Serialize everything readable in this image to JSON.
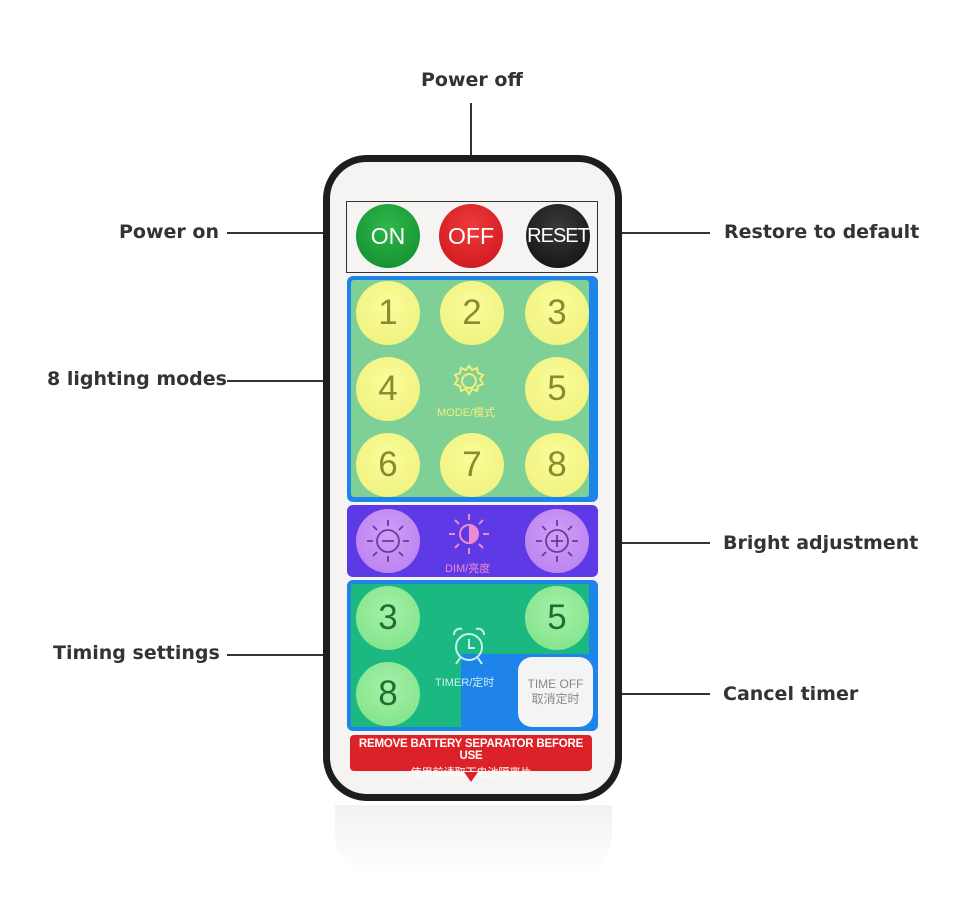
{
  "callouts": {
    "power_off": "Power off",
    "power_on": "Power on",
    "restore": "Restore to default",
    "lighting_modes": "8 lighting modes",
    "bright": "Bright adjustment",
    "timing": "Timing settings",
    "cancel_timer": "Cancel timer"
  },
  "buttons": {
    "on": "ON",
    "off": "OFF",
    "reset": "RESET",
    "modes": [
      "1",
      "2",
      "3",
      "4",
      "5",
      "6",
      "7",
      "8"
    ],
    "timers": [
      "3",
      "5",
      "8"
    ]
  },
  "labels": {
    "mode": "MODE/模式",
    "dim": "DIM/亮度",
    "timer": "TIMER/定时",
    "time_off_en": "TIME OFF",
    "time_off_zh": "取消定时"
  },
  "warning": {
    "en": "REMOVE BATTERY SEPARATOR BEFORE USE",
    "zh": "使用前请取下电池隔离片"
  },
  "colors": {
    "on": "#16a23a",
    "off": "#e0242a",
    "reset": "#1a1a1a",
    "mode_panel": "#1f84ea",
    "dim_panel": "#5d3ae6",
    "timer_panel": "#1cb882",
    "warning": "#dd2128"
  }
}
